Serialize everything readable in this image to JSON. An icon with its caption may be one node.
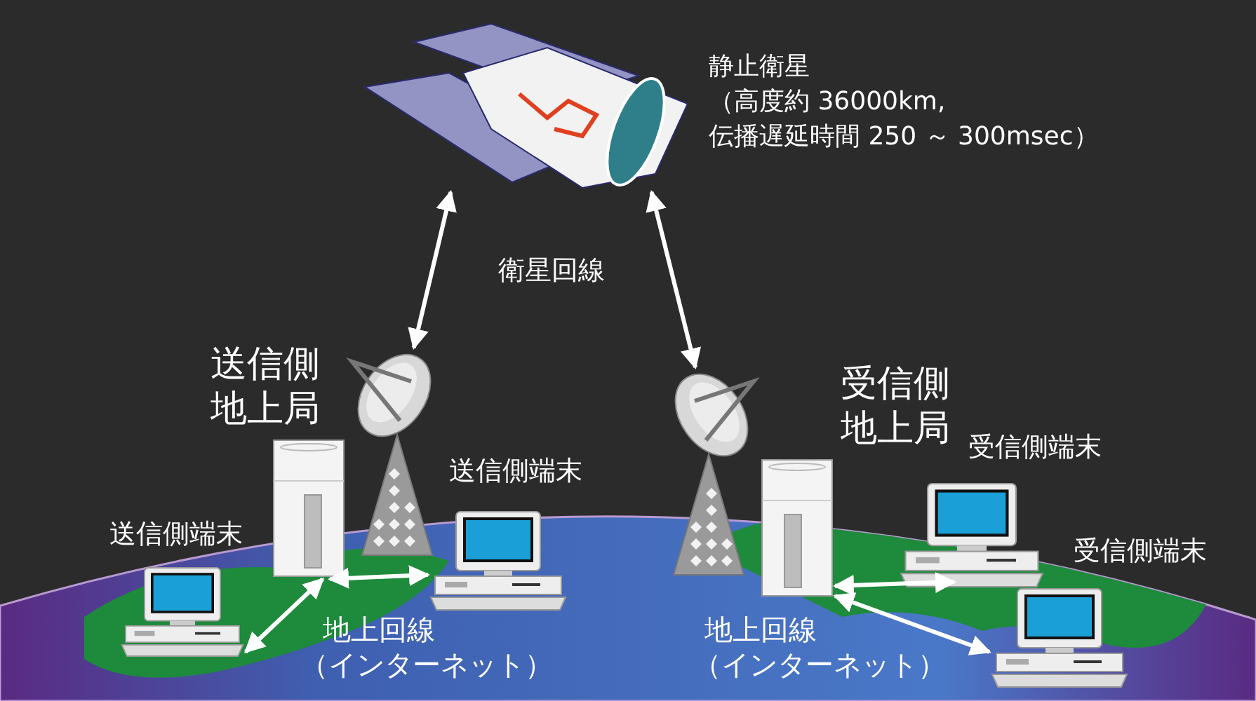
{
  "diagram": {
    "nodes": [
      {
        "text": [],
        "shape": "picture",
        "beside": [
          "静止衛星",
          "（高度約 36000km,",
          "伝播遅延時間 250 ～ 300msec）"
        ]
      },
      {
        "text": [],
        "shape": "picture",
        "beside": [
          "送信側地上局"
        ]
      },
      {
        "text": [],
        "shape": "picture",
        "beside": [
          "送信側端末"
        ]
      },
      {
        "text": [],
        "shape": "picture",
        "beside": [
          "送信側端末"
        ]
      },
      {
        "text": [],
        "shape": "picture",
        "beside": [
          "受信側地上局"
        ]
      },
      {
        "text": [],
        "shape": "picture",
        "beside": [
          "受信側端末"
        ]
      },
      {
        "text": [],
        "shape": "picture",
        "beside": [
          "受信側端末"
        ]
      }
    ],
    "edges": [
      {
        "from": 0,
        "to": 1,
        "arrow": "both"
      },
      {
        "from": 0,
        "to": 4,
        "arrow": "both"
      },
      {
        "from": 1,
        "to": 2,
        "arrow": "both"
      },
      {
        "from": 1,
        "to": 3,
        "arrow": "both"
      },
      {
        "from": 4,
        "to": 5,
        "arrow": "both"
      },
      {
        "from": 4,
        "to": 6,
        "arrow": "both"
      }
    ],
    "labels": [
      "衛星回線",
      "地上回線",
      "（インターネット）",
      "地上回線",
      "（インターネット）"
    ]
  }
}
